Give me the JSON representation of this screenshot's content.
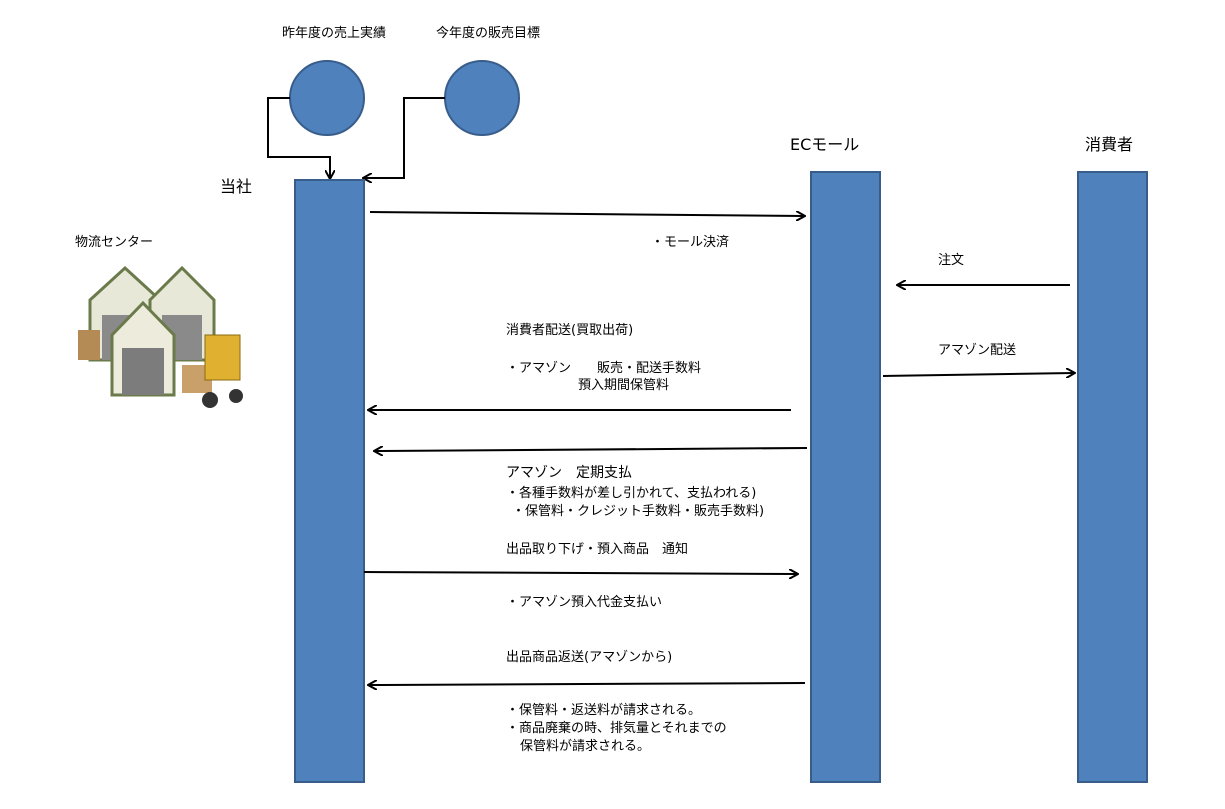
{
  "colors": {
    "bar": "#4f81bd",
    "bar_border": "#385d8a",
    "arrow": "#000000"
  },
  "inputs": {
    "last_year": "昨年度の売上実績",
    "this_year": "今年度の販売目標"
  },
  "actors": {
    "company": "当社",
    "ec_mall": "ECモール",
    "consumer": "消費者"
  },
  "logistics": {
    "label": "物流センター",
    "icon": "warehouse-forklift-illustration"
  },
  "messages": {
    "mall_payment": "・モール決済",
    "order": "注文",
    "amazon_shipping": "アマゾン配送",
    "consumer_delivery": "消費者配送(買取出荷)",
    "fees_line1": "・アマゾン　　販売・配送手数料",
    "fees_line2": "預入期間保管料",
    "periodic_title": "アマゾン　定期支払",
    "periodic_line1": "・各種手数料が差し引かれて、支払われる)",
    "periodic_line2": "・保管料・クレジット手数料・販売手数料)",
    "withdraw": "出品取り下げ・預入商品　通知",
    "deposit_payment": "・アマゾン預入代金支払い",
    "return": "出品商品返送(アマゾンから)",
    "return_fee": "・保管料・返送料が請求される。",
    "disposal_line1": "・商品廃棄の時、排気量とそれまでの",
    "disposal_line2": "保管料が請求される。"
  }
}
